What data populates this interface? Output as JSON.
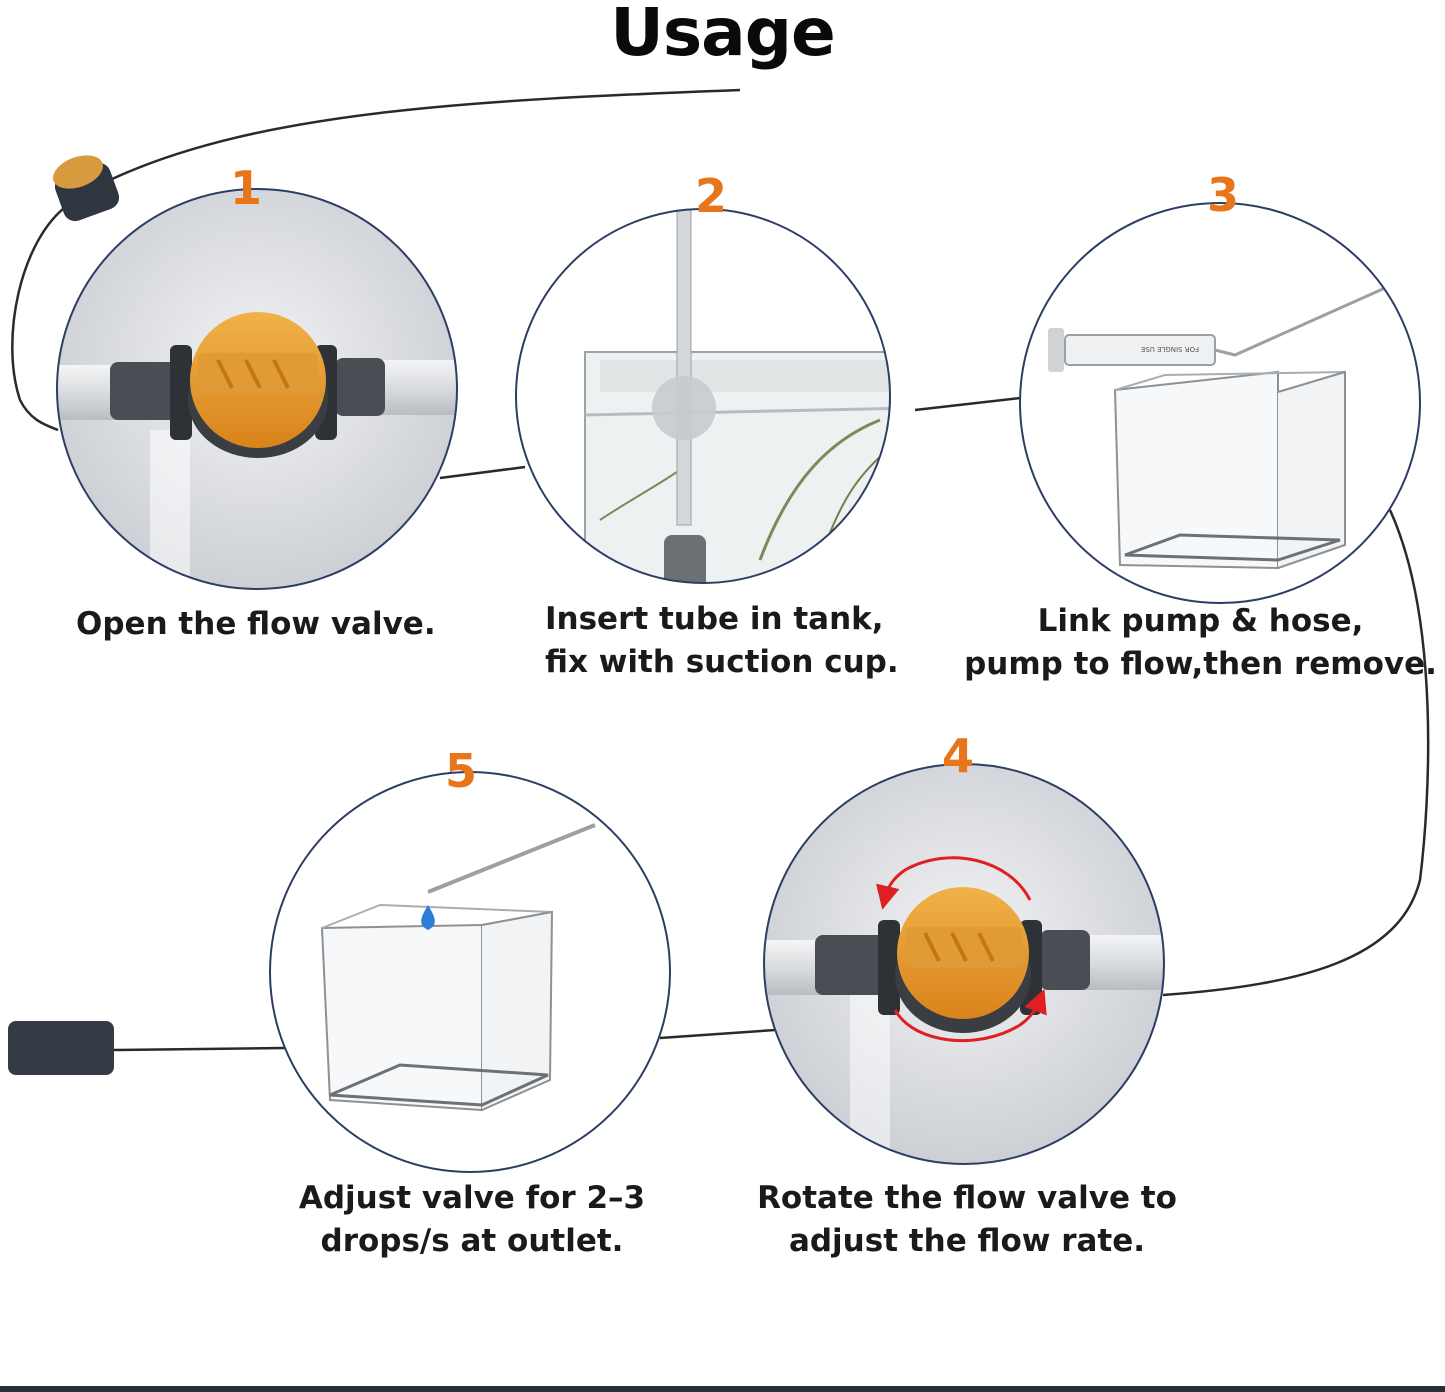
{
  "title": "Usage",
  "steps": [
    {
      "number": "1",
      "caption_lines": [
        "Open the flow valve."
      ]
    },
    {
      "number": "2",
      "caption_lines": [
        "Insert tube in tank,",
        "fix with suction cup."
      ]
    },
    {
      "number": "3",
      "caption_lines": [
        "Link pump & hose,",
        "pump to flow,then remove."
      ]
    },
    {
      "number": "4",
      "caption_lines": [
        "Rotate the flow valve to",
        "adjust the flow rate."
      ]
    },
    {
      "number": "5",
      "caption_lines": [
        "Adjust valve for 2–3",
        "drops/s at outlet."
      ]
    }
  ],
  "syringe_label": "FOR SINGLE USE",
  "colors": {
    "accent": "#e8751a",
    "valve": "#e89a1e",
    "ring": "#2c3e63",
    "line": "#2a2a2a",
    "arrow": "#e02020"
  }
}
